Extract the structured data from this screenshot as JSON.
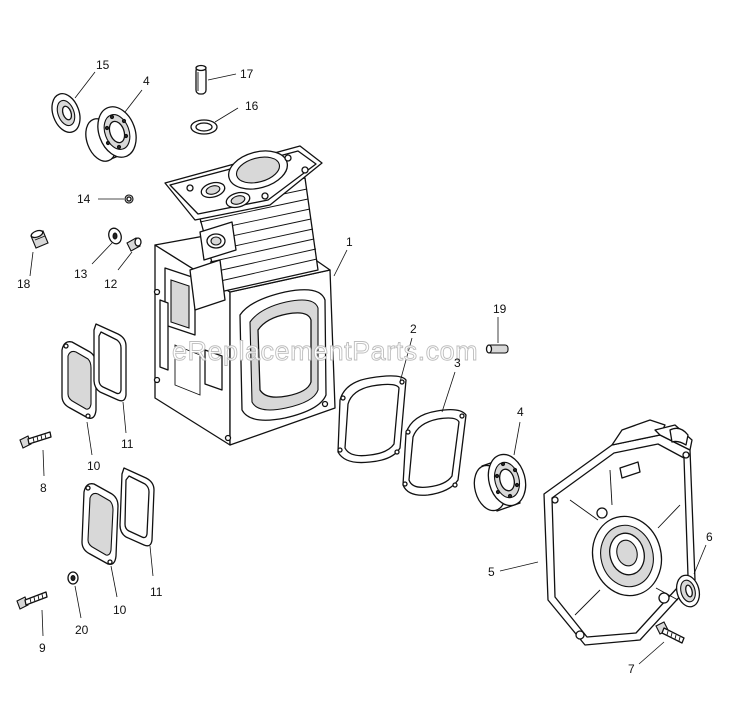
{
  "watermark": "eReplacementParts.com",
  "callouts": {
    "c1": "1",
    "c2": "2",
    "c3": "3",
    "c4a": "4",
    "c4b": "4",
    "c5": "5",
    "c6": "6",
    "c7": "7",
    "c8": "8",
    "c9": "9",
    "c10a": "10",
    "c10b": "10",
    "c11a": "11",
    "c11b": "11",
    "c12": "12",
    "c13": "13",
    "c14": "14",
    "c15": "15",
    "c16": "16",
    "c17": "17",
    "c18": "18",
    "c19": "19",
    "c20": "20"
  }
}
